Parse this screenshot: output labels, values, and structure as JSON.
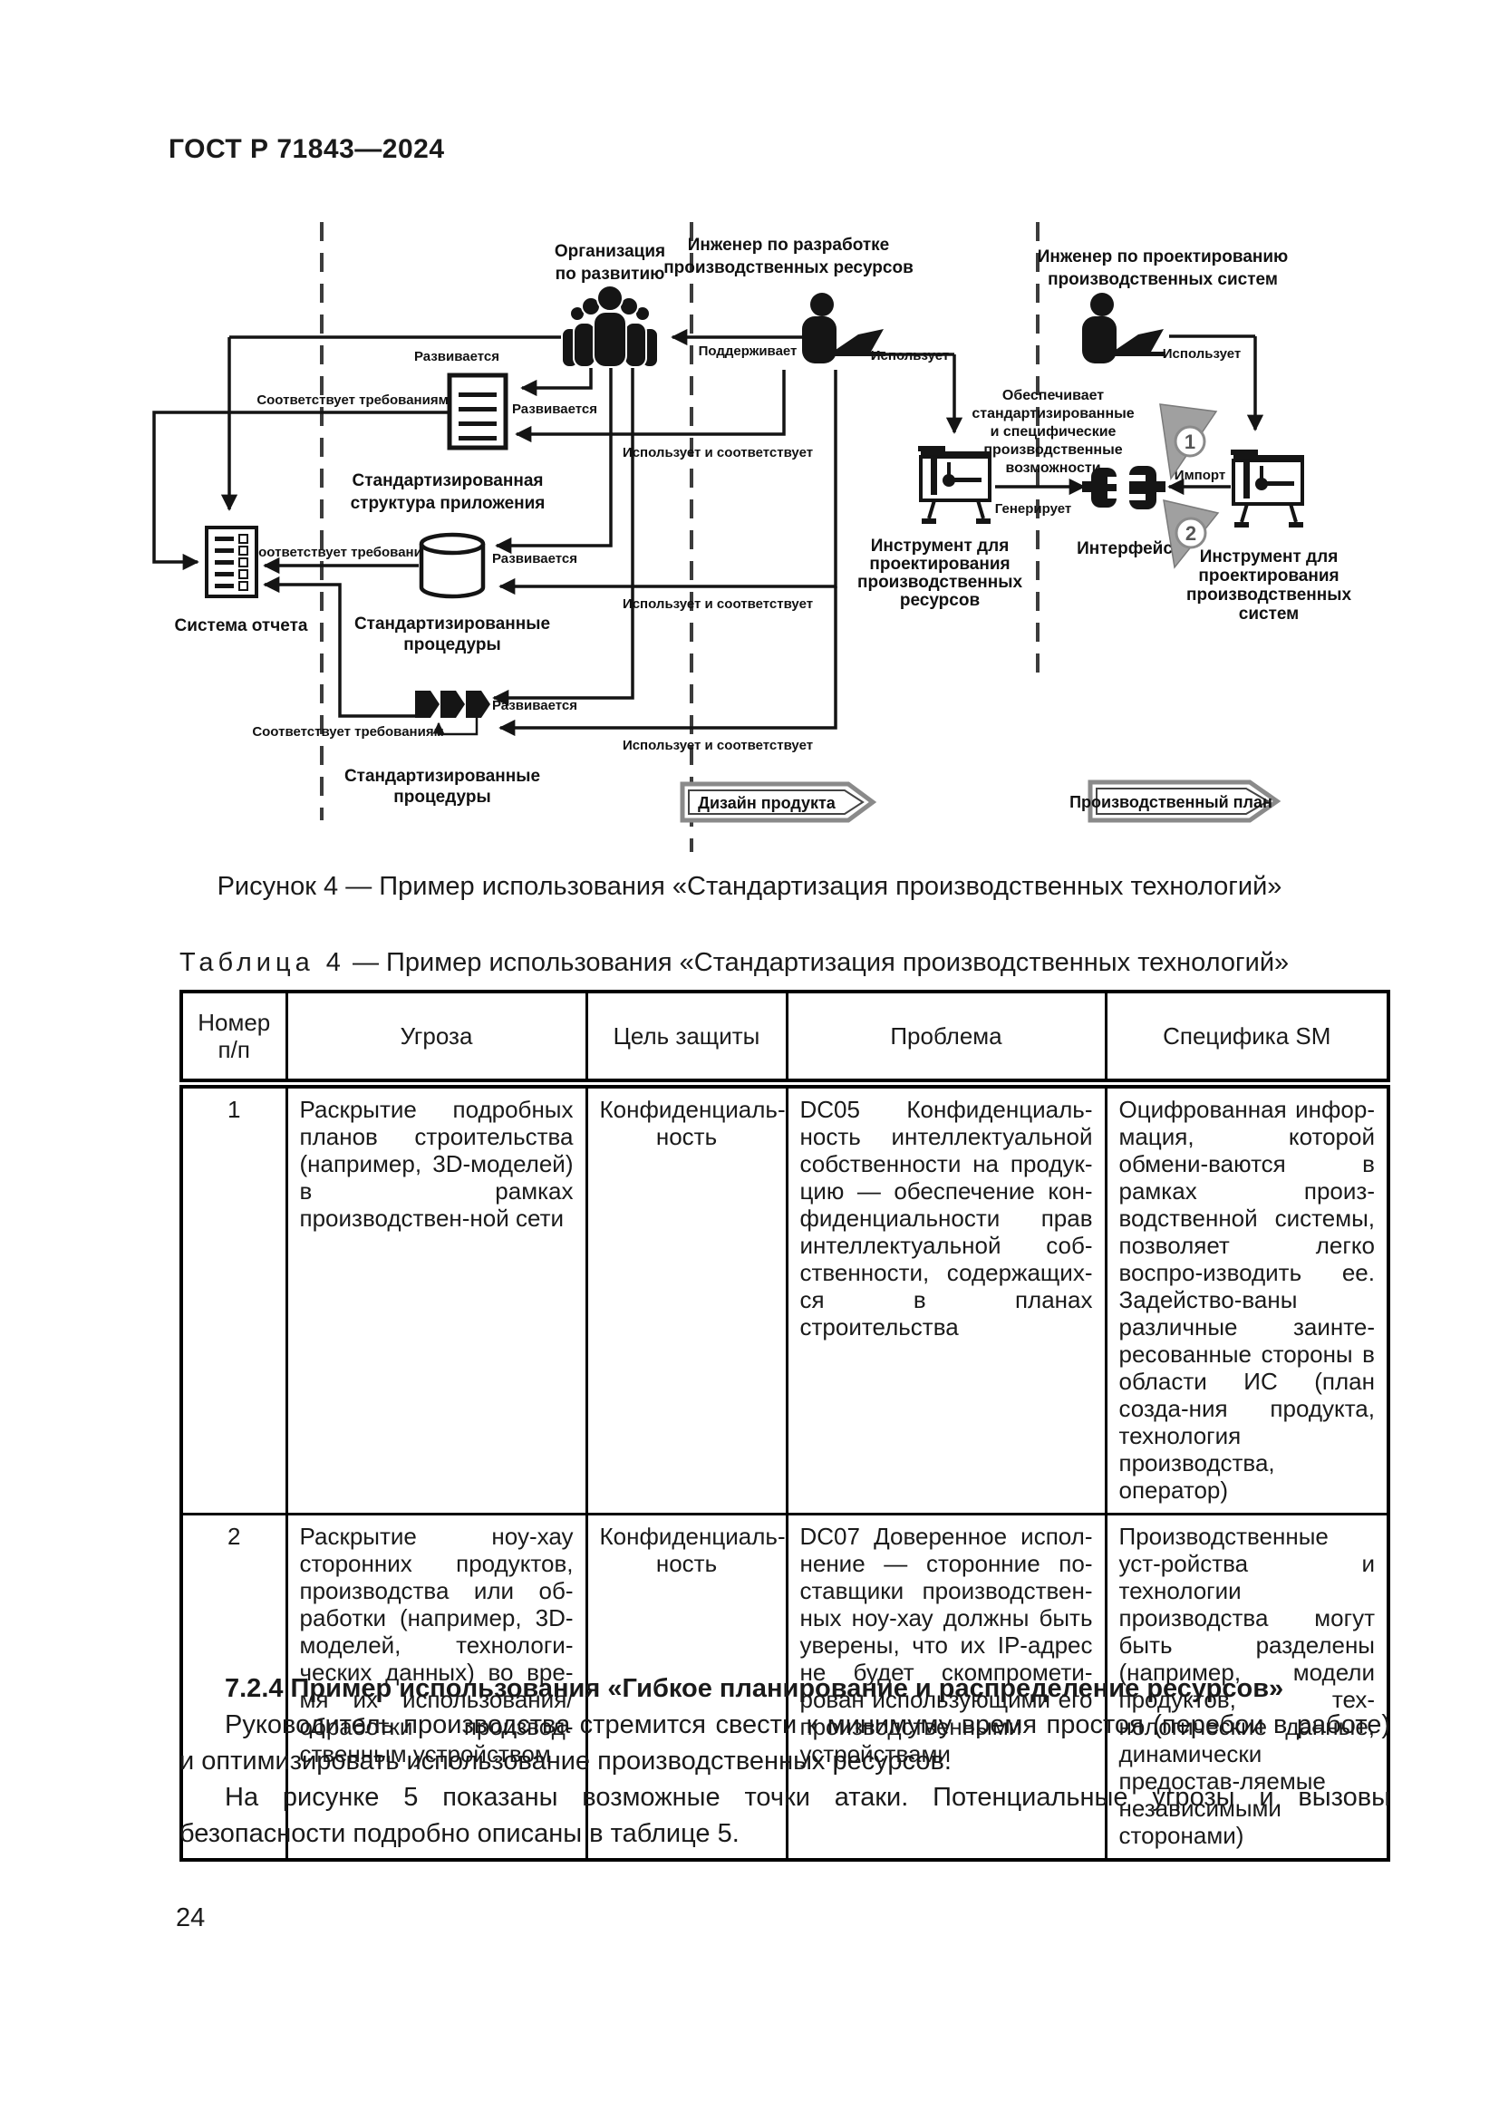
{
  "page": {
    "header": "ГОСТ Р 71843—2024",
    "number": "24"
  },
  "diagram": {
    "actors": {
      "org": [
        "Организация",
        "по развитию"
      ],
      "eng_res": [
        "Инженер по разработке",
        "производственных ресурсов"
      ],
      "eng_sys": [
        "Инженер по проектированию",
        "производственных систем"
      ]
    },
    "relations": {
      "develops": "Развивается",
      "supports": "Поддерживает",
      "uses": "Использует",
      "meets": "Соответствует требованиям",
      "uses_meets": "Использует и соответствует",
      "generates": "Генерирует",
      "import": "Импорт"
    },
    "entities": {
      "report_system": "Система отчета",
      "std_structure": [
        "Стандартизированная",
        "структура приложения"
      ],
      "std_procedures": [
        "Стандартизированные",
        "процедуры"
      ],
      "provides": [
        "Обеспечивает",
        "стандартизированные",
        "и специфические",
        "производственные",
        "возможности"
      ],
      "interface": "Интерфейс",
      "tool_res": [
        "Инструмент для",
        "проектирования",
        "производственных",
        "ресурсов"
      ],
      "tool_sys": [
        "Инструмент для",
        "проектирования",
        "производственных",
        "систем"
      ],
      "badge1": "1",
      "badge2": "2"
    },
    "banners": {
      "design": "Дизайн продукта",
      "plan": "Производственный план"
    },
    "caption": "Рисунок 4 — Пример использования «Стандартизация производственных технологий»"
  },
  "table": {
    "caption_prefix": "Таблица 4",
    "caption_rest": " — Пример использования «Стандартизация производственных технологий»",
    "headers": [
      "Номер п/п",
      "Угроза",
      "Цель защиты",
      "Проблема",
      "Специфика SM"
    ],
    "rows": [
      {
        "num": "1",
        "threat": "Раскрытие подробных планов строительства (например, 3D-моделей) в рамках производствен-ной сети",
        "goal": "Конфиденциаль-ность",
        "problem": "DC05 Конфиденциаль-ность интеллектуальной собственности на продук-цию — обеспечение кон-фиденциальности прав интеллектуальной соб-ственности, содержащих-ся в планах строительства",
        "sm": "Оцифрованная инфор-мация, которой обмени-ваются в рамках произ-водственной системы, позволяет легко воспро-изводить ее. Задейство-ваны различные заинте-ресованные стороны в области ИС (план созда-ния продукта, технология производства, оператор)"
      },
      {
        "num": "2",
        "threat": "Раскрытие ноу-хау сторонних продуктов, производства или об-работки (например, 3D-моделей, технологи-ческих данных) во вре-мя их использования/ обработки производ-ственным устройством",
        "goal": "Конфиденциаль-ность",
        "problem": "DC07 Доверенное испол-нение — сторонние по-ставщики производствен-ных ноу-хау должны быть уверены, что их IP-адрес не будет скомпромети-рован использующими его производственными устройствами",
        "sm": "Производственные уст-ройства и технологии производства могут быть разделены (например, модели продуктов, тех-нологические данные, динамически предостав-ляемые независимыми сторонами)"
      }
    ]
  },
  "section": {
    "heading": "7.2.4 Пример использования «Гибкое планирование и распределение ресурсов»",
    "p1": "Руководитель производства стремится свести к минимуму время простоя (перебои в работе) и оптимизировать использование производственных ресурсов.",
    "p2": "На рисунке 5 показаны возможные точки атаки. Потенциальные угрозы и вызовы безопасности подробно описаны в таблице 5."
  }
}
